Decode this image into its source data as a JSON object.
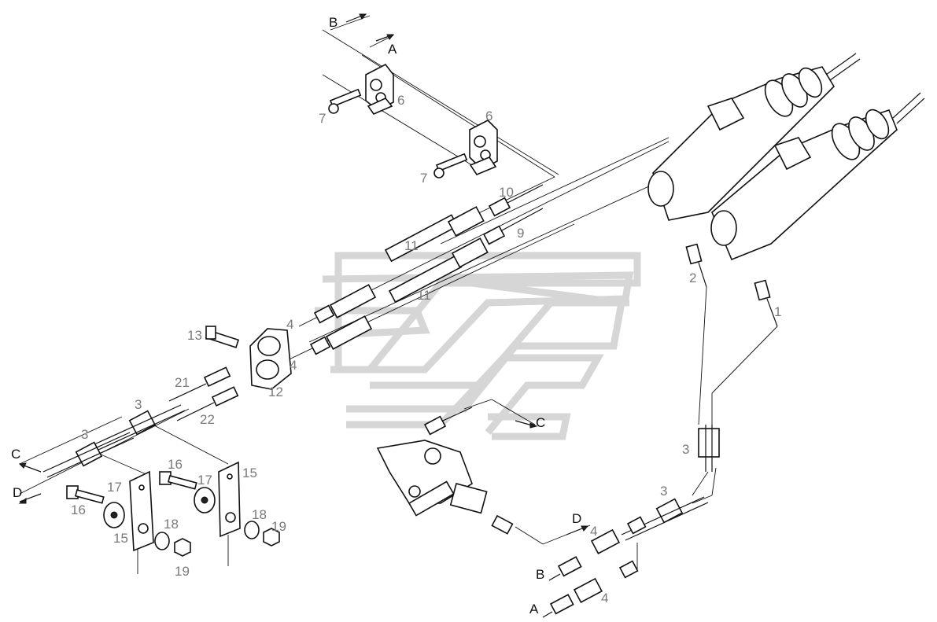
{
  "diagram": {
    "letters": {
      "A": "A",
      "B": "B",
      "C": "C",
      "D": "D"
    },
    "part_numbers": {
      "p1": "1",
      "p2": "2",
      "p3": "3",
      "p4": "4",
      "p6": "6",
      "p7": "7",
      "p9": "9",
      "p10": "10",
      "p11": "11",
      "p12": "12",
      "p13": "13",
      "p15": "15",
      "p16": "16",
      "p17": "17",
      "p18": "18",
      "p19": "19",
      "p21": "21",
      "p22": "22"
    }
  }
}
